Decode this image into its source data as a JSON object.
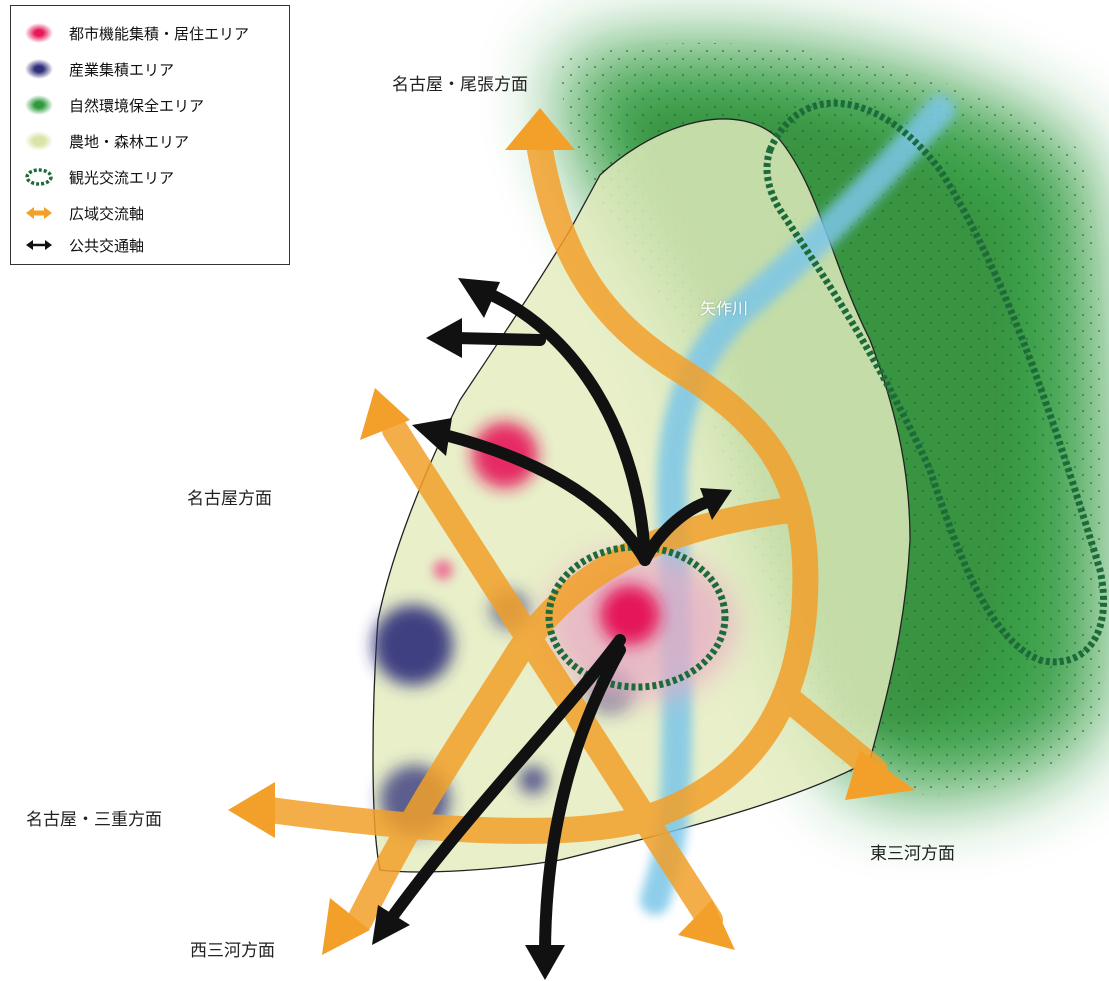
{
  "legend": {
    "items": [
      {
        "label": "都市機能集積・居住エリア",
        "icon": "pink-blob-icon",
        "color": "#e5195a"
      },
      {
        "label": "産業集積エリア",
        "icon": "navy-blob-icon",
        "color": "#2f2f7a"
      },
      {
        "label": "自然環境保全エリア",
        "icon": "green-blob-icon",
        "color": "#2e9a3c"
      },
      {
        "label": "農地・森林エリア",
        "icon": "pale-green-blob-icon",
        "color": "#dfe8b8"
      },
      {
        "label": "観光交流エリア",
        "icon": "dotted-green-ring-icon",
        "color": "#1d6b3a"
      },
      {
        "label": "広域交流軸",
        "icon": "orange-double-arrow-icon",
        "color": "#f2a02a"
      },
      {
        "label": "公共交通軸",
        "icon": "black-double-arrow-icon",
        "color": "#111111"
      }
    ]
  },
  "places": {
    "nagoya_owari": "名古屋・尾張方面",
    "nagoya": "名古屋方面",
    "nagoya_mie": "名古屋・三重方面",
    "nishi_mikawa": "西三河方面",
    "higashi_mikawa": "東三河方面"
  },
  "river": {
    "label": "矢作川",
    "color": "#7cc6e8"
  },
  "colors": {
    "orange_axis": "#f2a02a",
    "transit_axis": "#111111",
    "urban": "#e5195a",
    "industrial": "#2f2f7a",
    "nature": "#2e9a3c",
    "farmland": "#e3ecbd",
    "tourism_ring": "#1d6b3a"
  }
}
